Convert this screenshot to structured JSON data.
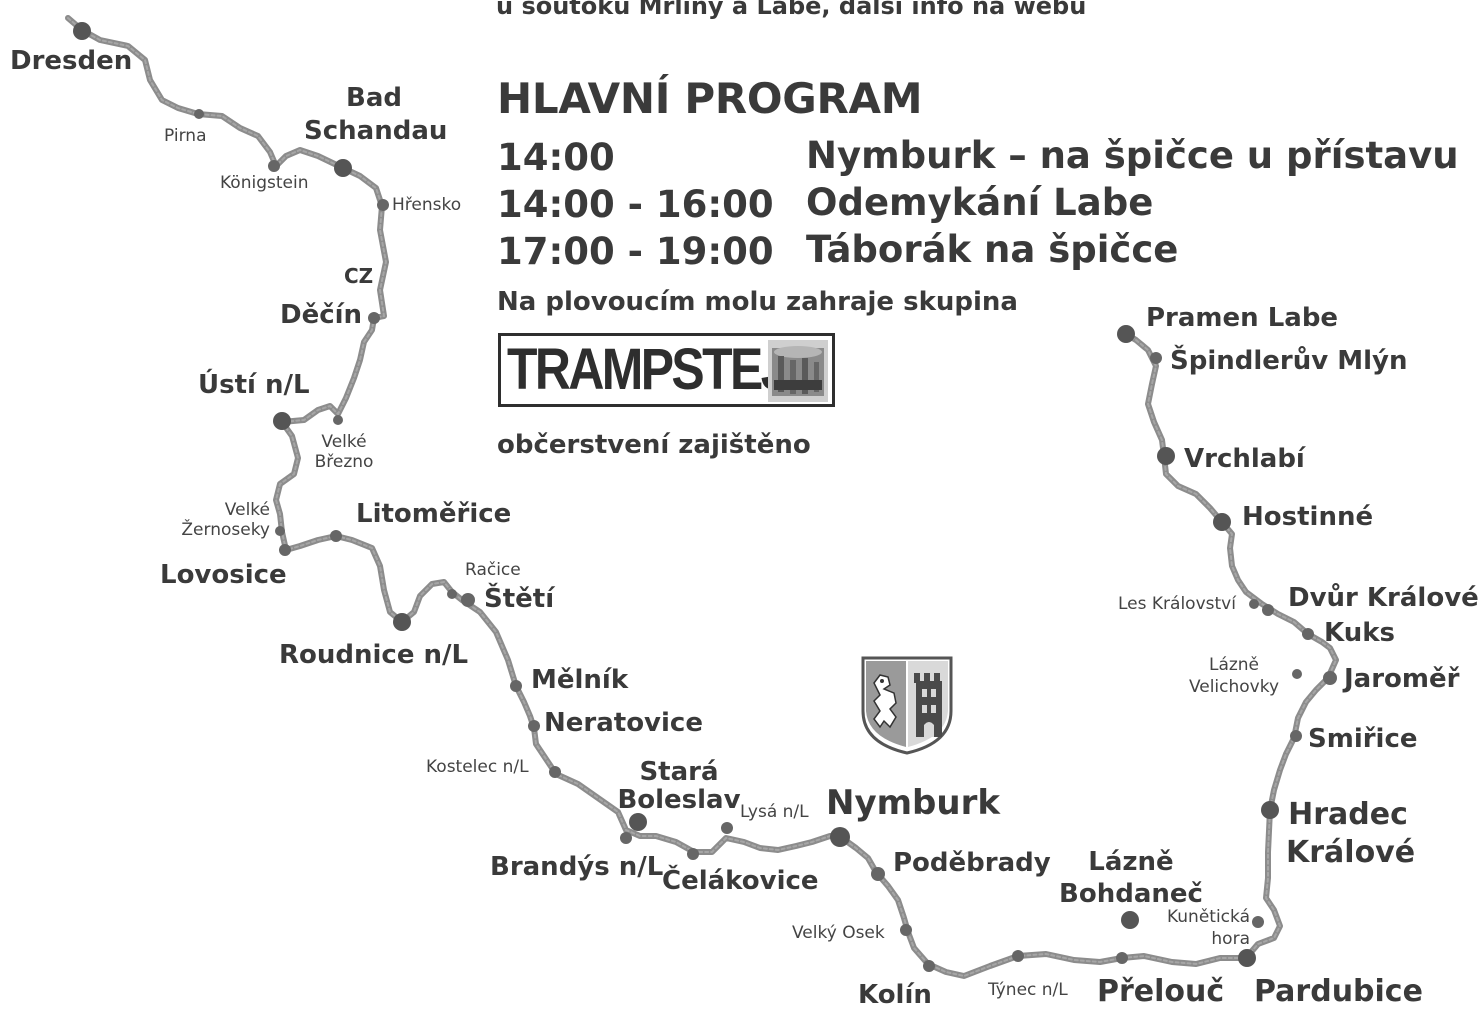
{
  "header": {
    "note": "u soutoku Mrliny a Labe, další info na webu"
  },
  "program": {
    "title": "HLAVNÍ PROGRAM",
    "items": [
      {
        "time": "14:00",
        "desc": "Nymburk – na špičce u přístavu"
      },
      {
        "time": "14:00 - 16:00",
        "desc": "Odemykání Labe"
      },
      {
        "time": "17:00 - 19:00",
        "desc": "Táborák na špičce"
      }
    ],
    "band_intro": "Na plovoucím molu zahraje skupina",
    "band_name": "TRAMPSTEJK",
    "refreshments": "občerstvení zajištěno"
  },
  "map": {
    "towns": {
      "dresden": "Dresden",
      "pirna": "Pirna",
      "bad_schandau": "Bad Schandau",
      "konigstein": "Königstein",
      "hrensko": "Hřensko",
      "cz": "CZ",
      "decin": "Děčín",
      "usti": "Ústí n/L",
      "velke_brezno": "Velké Březno",
      "velke_zernoseky": "Velké Žernoseky",
      "litomerice": "Litoměřice",
      "lovosice": "Lovosice",
      "racice": "Račice",
      "steti": "Štětí",
      "roudnice": "Roudnice n/L",
      "melnik": "Mělník",
      "neratovice": "Neratovice",
      "kostelec": "Kostelec n/L",
      "stara_boleslav": "Stará Boleslav",
      "brandys": "Brandýs n/L",
      "celakovice": "Čelákovice",
      "lysa": "Lysá n/L",
      "nymburk": "Nymburk",
      "podebrady": "Poděbrady",
      "velky_osek": "Velký Osek",
      "kolin": "Kolín",
      "tynec": "Týnec n/L",
      "prelouc": "Přelouč",
      "pardubice": "Pardubice",
      "lazne_bohdanec": "Lázně Bohdaneč",
      "kuneticka_hora": "Kunětická hora",
      "hradec_kralove": "Hradec Králové",
      "smirice": "Smiřice",
      "jaromer": "Jaroměř",
      "lazne_velichovky": "Lázně Velichovky",
      "kuks": "Kuks",
      "dvur_kralove": "Dvůr Králové",
      "les_kralovstvi": "Les Království",
      "hostinne": "Hostinné",
      "vrchlabi": "Vrchlabí",
      "spindleruv_mlyn": "Špindlerův Mlýn",
      "pramen_labe": "Pramen Labe"
    },
    "colors": {
      "river": "#8c8c8c",
      "dot": "#555555",
      "text": "#3a3a3a"
    }
  }
}
